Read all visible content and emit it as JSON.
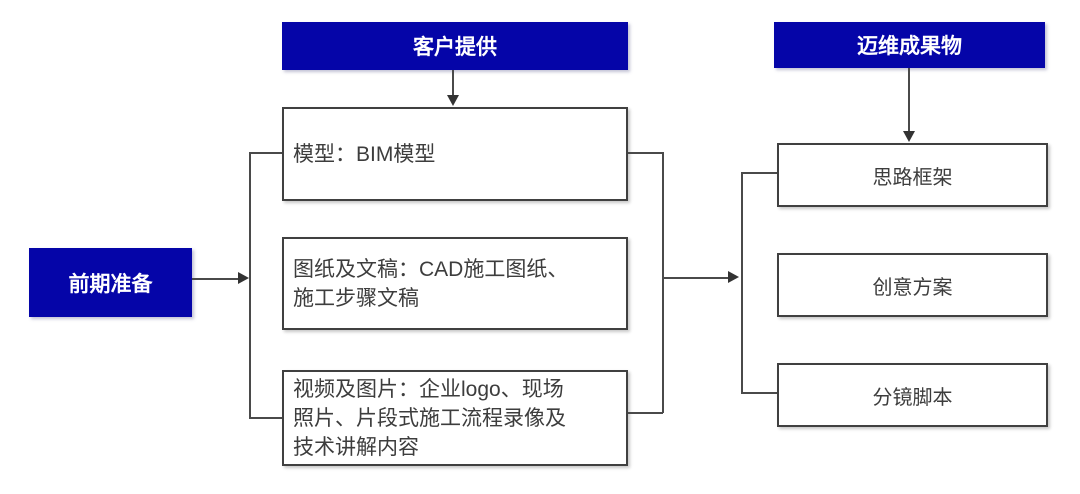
{
  "headers": {
    "customer": "客户提供",
    "deliverables": "迈维成果物"
  },
  "start": {
    "label": "前期准备"
  },
  "middle_boxes": [
    {
      "label": "模型：BIM模型"
    },
    {
      "label": "图纸及文稿：CAD施工图纸、\n施工步骤文稿"
    },
    {
      "label": "视频及图片：企业logo、现场\n照片、片段式施工流程录像及\n技术讲解内容"
    }
  ],
  "right_boxes": [
    {
      "label": "思路框架"
    },
    {
      "label": "创意方案"
    },
    {
      "label": "分镜脚本"
    }
  ],
  "colors": {
    "accent": "#0505a8",
    "connector": "#4a4a4a",
    "box_border": "#404040",
    "box_text": "#3d3d3d"
  }
}
